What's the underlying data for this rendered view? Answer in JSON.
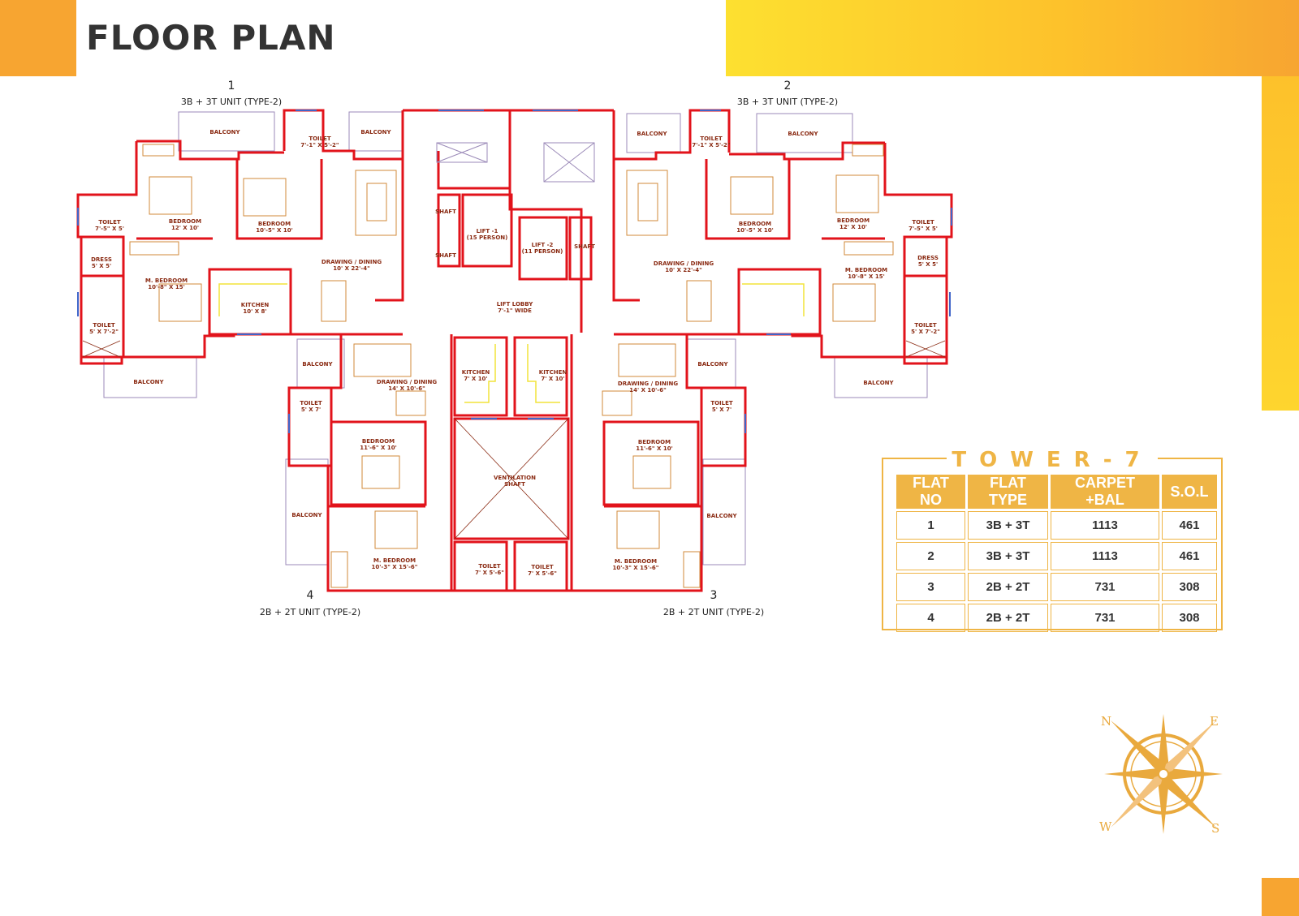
{
  "header": {
    "title": "FLOOR PLAN"
  },
  "units": [
    {
      "number": "1",
      "caption": "3B + 3T  UNIT (TYPE-2)"
    },
    {
      "number": "2",
      "caption": "3B + 3T  UNIT (TYPE-2)"
    },
    {
      "number": "3",
      "caption": "2B + 2T  UNIT (TYPE-2)"
    },
    {
      "number": "4",
      "caption": "2B + 2T  UNIT (TYPE-2)"
    }
  ],
  "rooms": {
    "u1": {
      "balcony_top_left": "BALCONY",
      "balcony_top_right": "BALCONY",
      "toilet_top": [
        "TOILET",
        "7'-1\" X 5'-2\""
      ],
      "toilet_left": [
        "TOILET",
        "7'-5\" X 5'"
      ],
      "bedroom_a": [
        "BEDROOM",
        "12' X 10'"
      ],
      "bedroom_b": [
        "BEDROOM",
        "10'-5\" X 10'"
      ],
      "dress": [
        "DRESS",
        "5' X 5'"
      ],
      "master": [
        "M. BEDROOM",
        "10'-8\" X 15'"
      ],
      "kitchen": [
        "KITCHEN",
        "10' X 8'"
      ],
      "drawing": [
        "DRAWING / DINING",
        "10' X 22'-4\""
      ],
      "toilet_bottom": [
        "TOILET",
        "5' X 7'-2\""
      ],
      "balcony_bottom": "BALCONY"
    },
    "u2": {
      "balcony_top_left": "BALCONY",
      "balcony_top_right": "BALCONY",
      "toilet_top": [
        "TOILET",
        "7'-1\" X 5'-2\""
      ],
      "toilet_right": [
        "TOILET",
        "7'-5\" X 5'"
      ],
      "bedroom_a": [
        "BEDROOM",
        "10'-5\" X 10'"
      ],
      "bedroom_b": [
        "BEDROOM",
        "12' X 10'"
      ],
      "dress": [
        "DRESS",
        "5' X 5'"
      ],
      "master": [
        "M. BEDROOM",
        "10'-8\" X 15'"
      ],
      "drawing": [
        "DRAWING / DINING",
        "10' X 22'-4\""
      ],
      "toilet_bottom": [
        "TOILET",
        "5' X 7'-2\""
      ],
      "balcony_bottom": "BALCONY"
    },
    "core": {
      "shaft_a": "SHAFT",
      "shaft_b": "SHAFT",
      "shaft_c": "SHAFT",
      "lift1": [
        "LIFT -1",
        "(15 PERSON)"
      ],
      "lift2": [
        "LIFT -2",
        "(11 PERSON)"
      ],
      "lobby": [
        "LIFT LOBBY",
        "7'-1\" WIDE"
      ],
      "vent": [
        "VENTILATION",
        "SHAFT"
      ]
    },
    "u4": {
      "balcony_top": "BALCONY",
      "drawing": [
        "DRAWING / DINING",
        "14' X 10'-6\""
      ],
      "kitchen": [
        "KITCHEN",
        "7' X 10'"
      ],
      "toilet_side": [
        "TOILET",
        "5' X 7'"
      ],
      "bedroom": [
        "BEDROOM",
        "11'-6\" X 10'"
      ],
      "balcony_side": "BALCONY",
      "master": [
        "M. BEDROOM",
        "10'-3\" X 15'-6\""
      ],
      "toilet_bottom": [
        "TOILET",
        "7' X 5'-6\""
      ]
    },
    "u3": {
      "balcony_top": "BALCONY",
      "drawing": [
        "DRAWING / DINING",
        "14' X 10'-6\""
      ],
      "kitchen": [
        "KITCHEN",
        "7' X 10'"
      ],
      "toilet_side": [
        "TOILET",
        "5' X 7'"
      ],
      "bedroom": [
        "BEDROOM",
        "11'-6\" X 10'"
      ],
      "balcony_side": "BALCONY",
      "master": [
        "M. BEDROOM",
        "10'-3\" X 15'-6\""
      ],
      "toilet_bottom": [
        "TOILET",
        "7' X 5'-6\""
      ]
    }
  },
  "tower": {
    "title": "TOWER-7",
    "columns": [
      "FLAT NO",
      "FLAT TYPE",
      "CARPET +BAL",
      "S.O.L"
    ],
    "rows": [
      [
        "1",
        "3B + 3T",
        "1113",
        "461"
      ],
      [
        "2",
        "3B + 3T",
        "1113",
        "461"
      ],
      [
        "3",
        "2B + 2T",
        "731",
        "308"
      ],
      [
        "4",
        "2B + 2T",
        "731",
        "308"
      ]
    ]
  },
  "compass": {
    "n": "N",
    "e": "E",
    "w": "W",
    "s": "S"
  },
  "colors": {
    "accent_orange": "#f7a531",
    "accent_yellow": "#fdc12b",
    "wall_red": "#e2131b",
    "table_gold": "#efb545"
  }
}
